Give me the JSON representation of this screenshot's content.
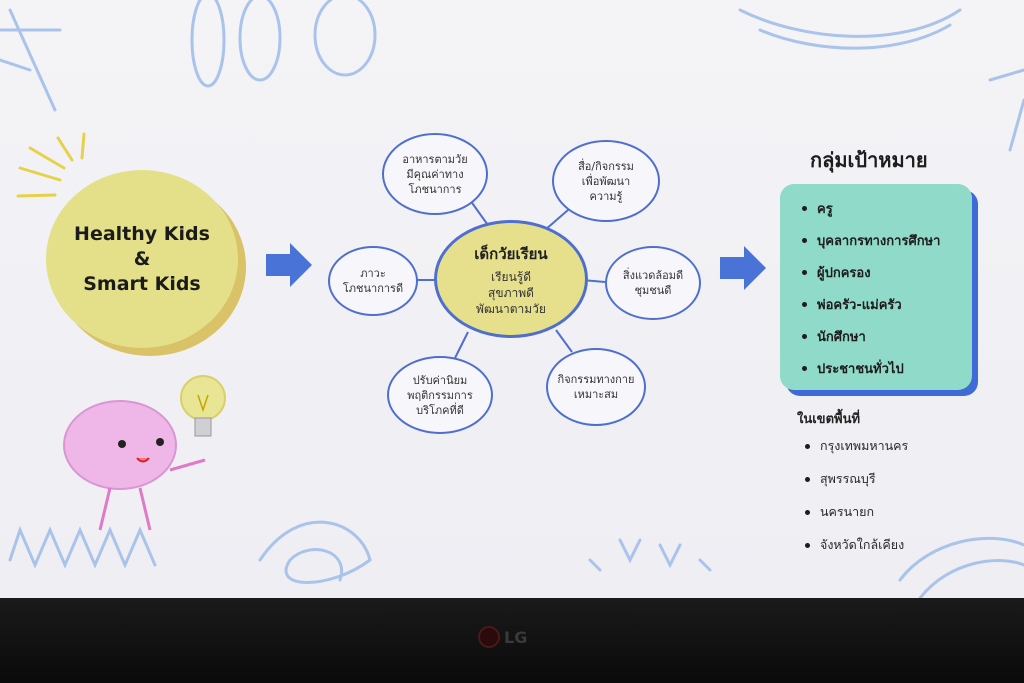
{
  "main_circle": {
    "line1": "Healthy Kids",
    "line2": "&",
    "line3": "Smart Kids"
  },
  "center_node": {
    "heading": "เด็กวัยเรียน",
    "line1": "เรียนรู้ดี",
    "line2": "สุขภาพดี",
    "line3": "พัฒนาตามวัย"
  },
  "satellites": [
    {
      "line1": "อาหารตามวัย",
      "line2": "มีคุณค่าทาง",
      "line3": "โภชนาการ"
    },
    {
      "line1": "สื่อ/กิจกรรม",
      "line2": "เพื่อพัฒนา",
      "line3": "ความรู้"
    },
    {
      "line1": "ภาวะ",
      "line2": "โภชนาการดี",
      "line3": ""
    },
    {
      "line1": "สิ่งแวดล้อมดี",
      "line2": "ชุมชนดี",
      "line3": ""
    },
    {
      "line1": "ปรับค่านิยม",
      "line2": "พฤติกรรมการ",
      "line3": "บริโภคที่ดี"
    },
    {
      "line1": "กิจกรรมทางกาย",
      "line2": "เหมาะสม",
      "line3": ""
    }
  ],
  "target_group": {
    "title": "กลุ่มเป้าหมาย",
    "items": [
      "ครู",
      "บุคลากรทางการศึกษา",
      "ผู้ปกครอง",
      "พ่อครัว-แม่ครัว",
      "นักศึกษา",
      "ประชาชนทั่วไป"
    ]
  },
  "area": {
    "title": "ในเขตพื้นที่",
    "items": [
      "กรุงเทพมหานคร",
      "สุพรรณบุรี",
      "นครนายก",
      "จังหวัดใกล้เคียง"
    ]
  },
  "monitor": {
    "brand": "LG"
  },
  "colors": {
    "accent_blue": "#4f6fcf",
    "yellow": "#e4e08a",
    "teal": "#8fdac8"
  },
  "icons": [
    "lightbulb-icon",
    "brain-mascot-icon",
    "arrow-right-icon"
  ]
}
